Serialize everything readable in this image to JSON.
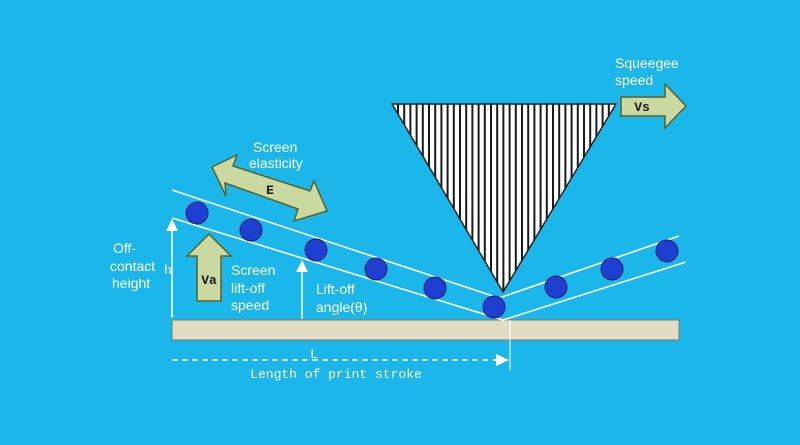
{
  "labels": {
    "squeegee_speed": [
      "Squeegee",
      "speed"
    ],
    "vs": "Vs",
    "screen_elasticity": [
      "Screen",
      "elasticity"
    ],
    "e": "E",
    "off_contact_height": [
      "Off-",
      "contact",
      "height"
    ],
    "h": "h",
    "va": "Va",
    "screen_liftoff_speed": [
      "Screen",
      "lift-off",
      "speed"
    ],
    "liftoff_angle": [
      "Lift-off",
      "angle(θ)"
    ],
    "l": "L",
    "length_of_print_stroke": "Length of print stroke"
  },
  "colors": {
    "background": "#1cb7ea",
    "arrow_fill": "#c9d9a0",
    "arrow_stroke": "#58602e",
    "substrate": "#e2dcc4",
    "particle": "#1f3fd0",
    "line": "#ffffff"
  },
  "icons": {
    "arrows": "block-arrow",
    "particles": "circle"
  }
}
